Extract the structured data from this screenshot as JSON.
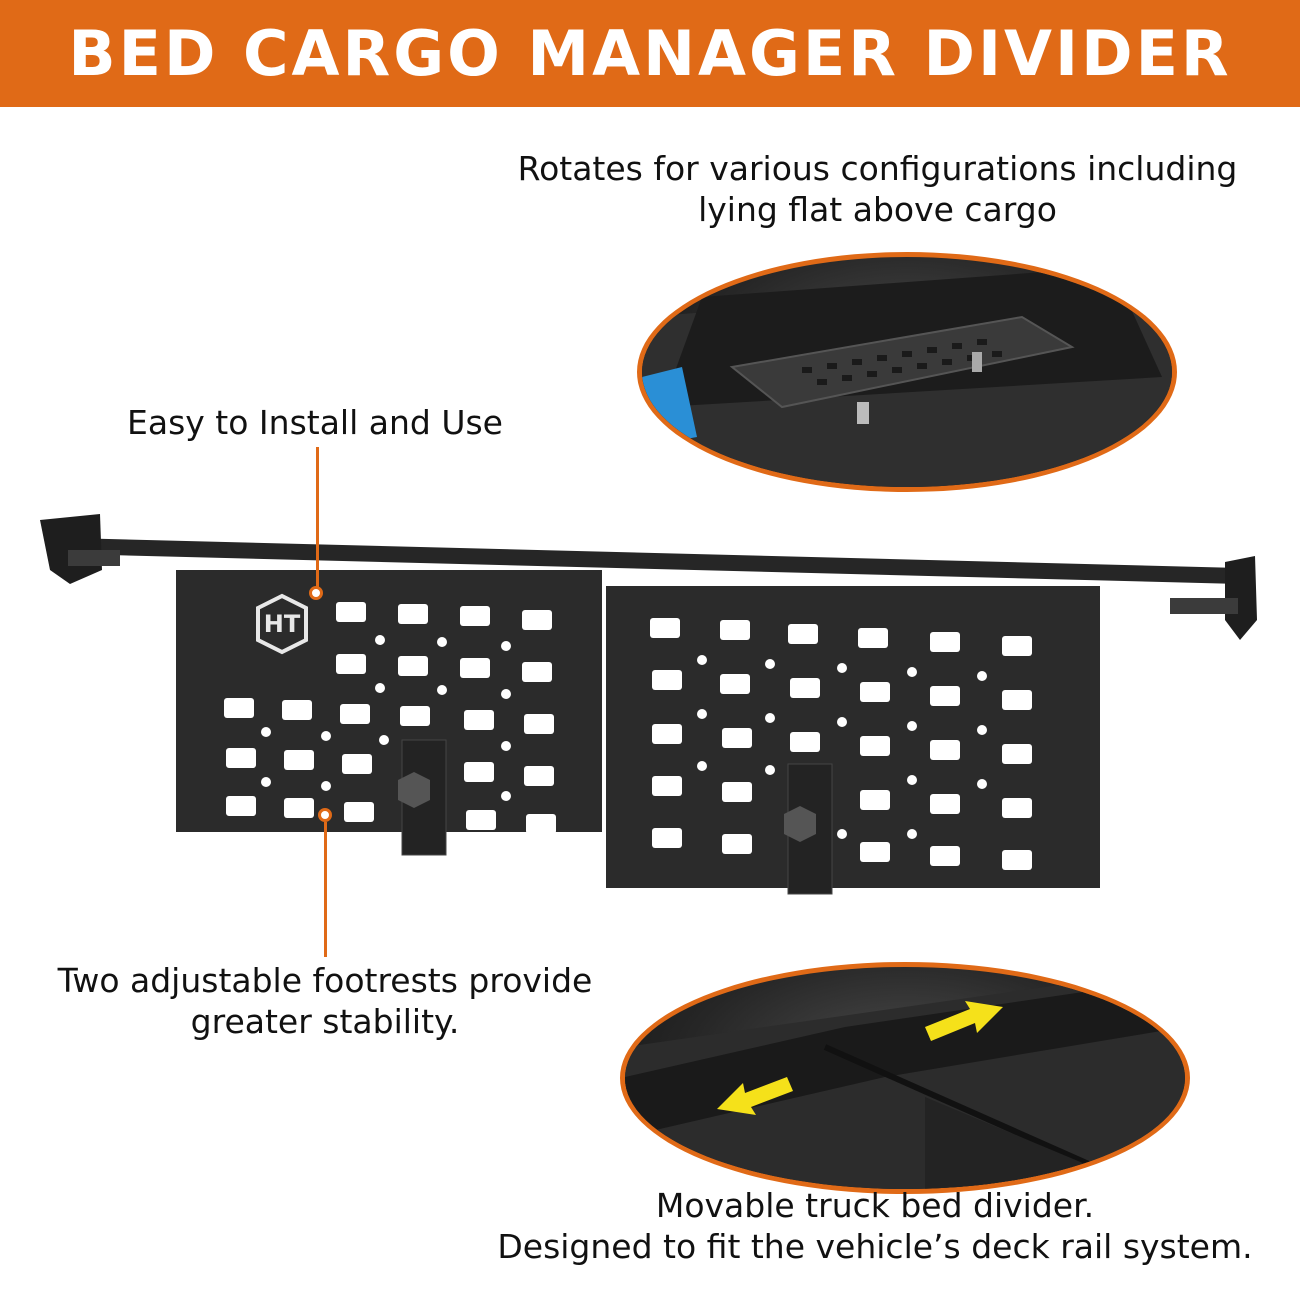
{
  "banner": {
    "title": "BED CARGO MANAGER DIVIDER"
  },
  "captions": {
    "rotates": [
      "Rotates for various configurations including",
      "lying flat above cargo"
    ],
    "install": "Easy to Install and Use",
    "footrests": [
      "Two adjustable footrests provide",
      "greater stability."
    ],
    "movable": [
      "Movable truck bed divider.",
      "Designed to fit the vehicle’s deck rail system."
    ]
  },
  "colors": {
    "accent": "#e06a17",
    "arrow": "#f5e11a",
    "product": "#2b2b2b"
  },
  "logo": {
    "text": "HT"
  }
}
